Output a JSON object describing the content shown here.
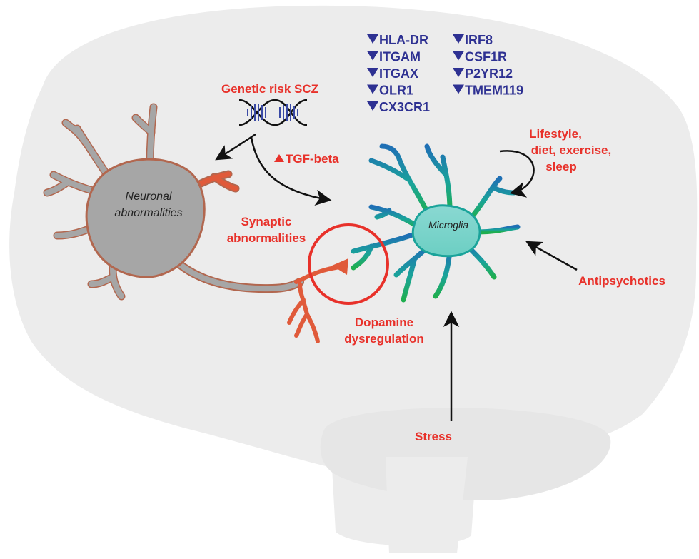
{
  "colors": {
    "brain": "#ececec",
    "neuron_fill": "#a6a6a6",
    "neuron_outline": "#b2674f",
    "microglia_body": "#7fd3cd",
    "red_text": "#e8312a",
    "blue_text": "#2e3192",
    "arrow": "#111111"
  },
  "labels": {
    "genetic_risk": "Genetic risk SCZ",
    "tgf_beta": "TGF-beta",
    "lifestyle_line1": "Lifestyle,",
    "lifestyle_line2": "diet, exercise,",
    "lifestyle_line3": "sleep",
    "synaptic_line1": "Synaptic",
    "synaptic_line2": "abnormalities",
    "dopamine_line1": "Dopamine",
    "dopamine_line2": "dysregulation",
    "antipsychotics": "Antipsychotics",
    "stress": "Stress",
    "neuronal_line1": "Neuronal",
    "neuronal_line2": "abnormalities",
    "microglia": "Microglia"
  },
  "markers": {
    "column_left": [
      "HLA-DR",
      "ITGAM",
      "ITGAX",
      "OLR1",
      "CX3CR1"
    ],
    "column_right": [
      "IRF8",
      "CSF1R",
      "P2YR12",
      "TMEM119"
    ]
  },
  "icons": {
    "marker_down": "down-triangle-icon",
    "tgf_up": "up-triangle-icon",
    "dna": "dna-helix-icon"
  }
}
